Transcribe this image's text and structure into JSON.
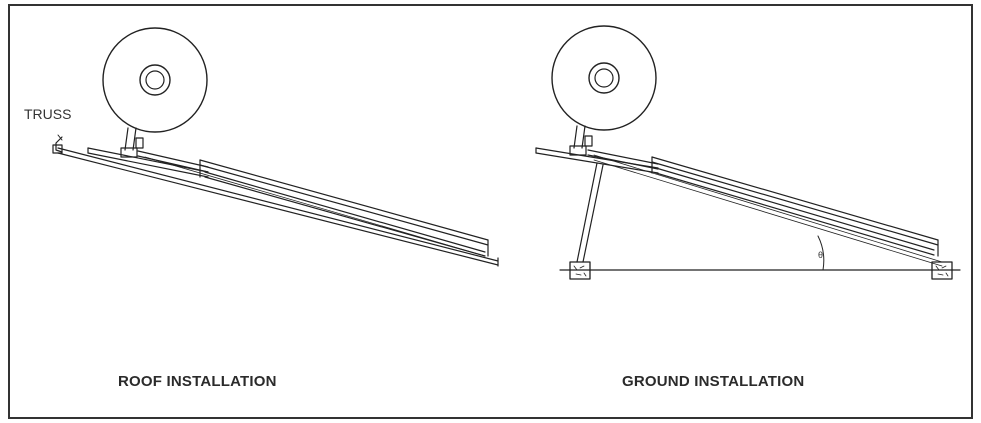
{
  "figure": {
    "truss_label": "TRUSS",
    "angle_label": "θ",
    "roof_caption": "ROOF INSTALLATION",
    "ground_caption": "GROUND INSTALLATION"
  },
  "colors": {
    "line": "#222222",
    "border": "#333333",
    "background": "#ffffff"
  }
}
